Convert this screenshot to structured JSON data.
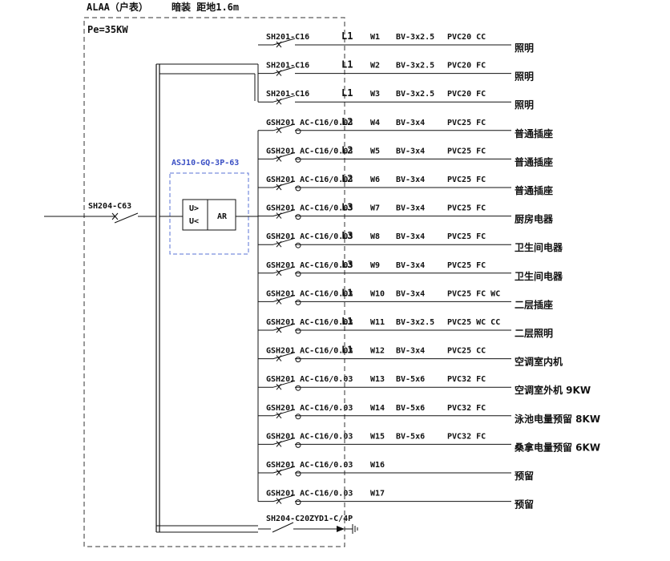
{
  "header": {
    "panel_name": "ALAA（户表）",
    "mounting": "暗装 距地1.6m",
    "power": "Pe=35KW"
  },
  "main_breaker": "SH204-C63",
  "protector": {
    "model": "ASJ10-GQ-3P-63",
    "left_top": "U>",
    "left_bottom": "U<",
    "right": "AR"
  },
  "circuits": [
    {
      "breaker": "SH201-C16",
      "phase": "L1",
      "id": "W1",
      "cable": "BV-3x2.5",
      "conduit": "PVC20 CC",
      "load": "照明",
      "rcd": false
    },
    {
      "breaker": "SH201-C16",
      "phase": "L1",
      "id": "W2",
      "cable": "BV-3x2.5",
      "conduit": "PVC20 FC",
      "load": "照明",
      "rcd": false
    },
    {
      "breaker": "SH201-C16",
      "phase": "L1",
      "id": "W3",
      "cable": "BV-3x2.5",
      "conduit": "PVC20 FC",
      "load": "照明",
      "rcd": false
    },
    {
      "breaker": "GSH201 AC-C16/0.03",
      "phase": "L2",
      "id": "W4",
      "cable": "BV-3x4",
      "conduit": "PVC25 FC",
      "load": "普通插座",
      "rcd": true
    },
    {
      "breaker": "GSH201 AC-C16/0.03",
      "phase": "L2",
      "id": "W5",
      "cable": "BV-3x4",
      "conduit": "PVC25 FC",
      "load": "普通插座",
      "rcd": true
    },
    {
      "breaker": "GSH201 AC-C16/0.03",
      "phase": "L2",
      "id": "W6",
      "cable": "BV-3x4",
      "conduit": "PVC25 FC",
      "load": "普通插座",
      "rcd": true
    },
    {
      "breaker": "GSH201 AC-C16/0.03",
      "phase": "L3",
      "id": "W7",
      "cable": "BV-3x4",
      "conduit": "PVC25 FC",
      "load": "厨房电器",
      "rcd": true
    },
    {
      "breaker": "GSH201 AC-C16/0.03",
      "phase": "L3",
      "id": "W8",
      "cable": "BV-3x4",
      "conduit": "PVC25 FC",
      "load": "卫生间电器",
      "rcd": true
    },
    {
      "breaker": "GSH201 AC-C16/0.03",
      "phase": "L3",
      "id": "W9",
      "cable": "BV-3x4",
      "conduit": "PVC25 FC",
      "load": "卫生间电器",
      "rcd": true
    },
    {
      "breaker": "GSH201 AC-C16/0.03",
      "phase": "L1",
      "id": "W10",
      "cable": "BV-3x4",
      "conduit": "PVC25 FC WC",
      "load": "二层插座",
      "rcd": true
    },
    {
      "breaker": "GSH201 AC-C16/0.03",
      "phase": "L1",
      "id": "W11",
      "cable": "BV-3x2.5",
      "conduit": "PVC25 WC CC",
      "load": "二层照明",
      "rcd": true
    },
    {
      "breaker": "GSH201 AC-C16/0.03",
      "phase": "L1",
      "id": "W12",
      "cable": "BV-3x4",
      "conduit": "PVC25 CC",
      "load": "空调室内机",
      "rcd": true
    },
    {
      "breaker": "GSH201 AC-C16/0.03",
      "phase": "",
      "id": "W13",
      "cable": "BV-5x6",
      "conduit": "PVC32 FC",
      "load": "空调室外机 9KW",
      "rcd": true
    },
    {
      "breaker": "GSH201 AC-C16/0.03",
      "phase": "",
      "id": "W14",
      "cable": "BV-5x6",
      "conduit": "PVC32 FC",
      "load": "泳池电量预留 8KW",
      "rcd": true
    },
    {
      "breaker": "GSH201 AC-C16/0.03",
      "phase": "",
      "id": "W15",
      "cable": "BV-5x6",
      "conduit": "PVC32 FC",
      "load": "桑拿电量预留 6KW",
      "rcd": true
    },
    {
      "breaker": "GSH201 AC-C16/0.03",
      "phase": "",
      "id": "W16",
      "cable": "",
      "conduit": "",
      "load": "预留",
      "rcd": true
    },
    {
      "breaker": "GSH201 AC-C16/0.03",
      "phase": "",
      "id": "W17",
      "cable": "",
      "conduit": "",
      "load": "预留",
      "rcd": true
    }
  ],
  "spd": {
    "breaker": "SH204-C20",
    "device": "ZYD1-C/4P"
  }
}
